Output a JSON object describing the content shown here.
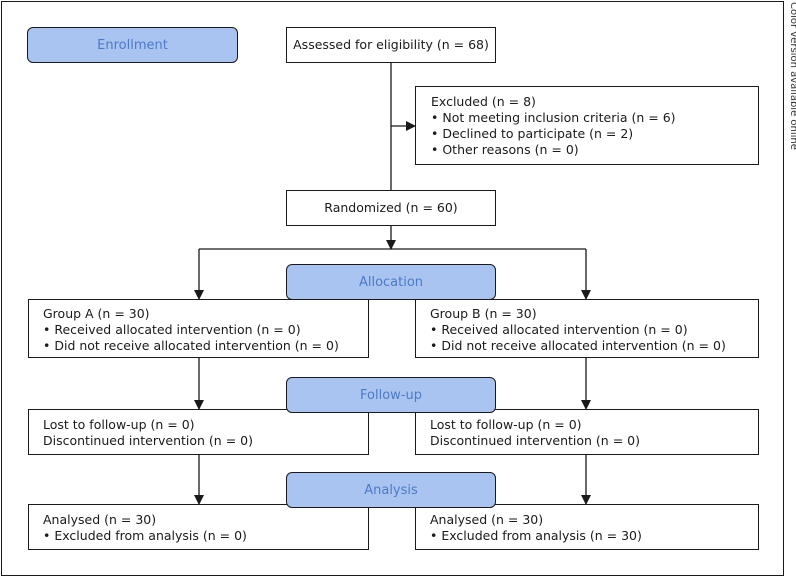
{
  "stages": {
    "enrollment": "Enrollment",
    "allocation": "Allocation",
    "followup": "Follow-up",
    "analysis": "Analysis"
  },
  "assessed": "Assessed for eligibility (n = 68)",
  "excluded": {
    "title": "Excluded (n = 8)",
    "items": [
      "• Not meeting inclusion criteria (n = 6)",
      "• Declined to participate (n = 2)",
      "• Other reasons (n = 0)"
    ]
  },
  "randomized": "Randomized (n = 60)",
  "group_a": {
    "allocation": {
      "title": "Group A (n = 30)",
      "items": [
        "• Received allocated intervention (n = 0)",
        "• Did not receive allocated intervention (n = 0)"
      ]
    },
    "followup": [
      "Lost to follow-up (n = 0)",
      "Discontinued intervention (n = 0)"
    ],
    "analysis": [
      "Analysed (n = 30)",
      "• Excluded from analysis (n = 0)"
    ]
  },
  "group_b": {
    "allocation": {
      "title": "Group B (n = 30)",
      "items": [
        "• Received allocated intervention (n = 0)",
        "• Did not receive allocated intervention (n = 0)"
      ]
    },
    "followup": [
      "Lost to follow-up (n = 0)",
      "Discontinued intervention (n = 0)"
    ],
    "analysis": [
      "Analysed (n = 30)",
      "• Excluded from analysis (n = 30)"
    ]
  },
  "side_note": "Color version available online"
}
